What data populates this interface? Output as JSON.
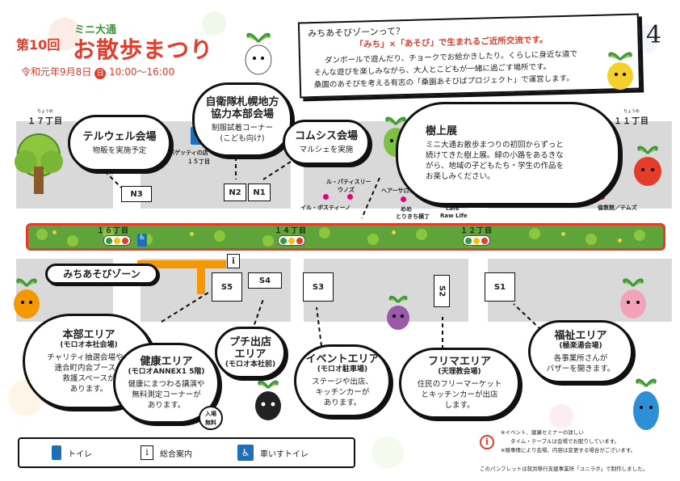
{
  "header": {
    "edition": "第10回",
    "brand": "ミニ大通",
    "title": "お散歩まつり",
    "date": "令和元年9月8日",
    "weekday": "日",
    "time": "10:00〜16:00"
  },
  "intro": {
    "question": "みちあそびゾーンって？",
    "headline": "「みち」×「あそび」で生まれるご近所交流です。",
    "line1": "ダンボールで遊んだり、チョークでお絵かきしたり。くらしに身近な道で",
    "line2": "そんな遊びを楽しみながら、大人とこどもが一緒に過ごす場所です。",
    "line3": "桑園のあそびを考える有志の「桑園あそびばプロジェクト」で運営します。",
    "handwritten_number": "4"
  },
  "streets": {
    "chome17": "１７丁目",
    "chome17_ruby": "ちょうめ",
    "chome11": "１１丁目",
    "chome11_ruby": "ちょうめ",
    "chome16": "１６丁目",
    "chome14": "１４丁目",
    "chome12": "１２丁目"
  },
  "zone_banner": "みちあそびゾーン",
  "venues": [
    {
      "title": "テルウェル会場",
      "desc": "物販を実施予定",
      "code": "N3"
    },
    {
      "title": "自衛隊札幌地方協力本部会場",
      "title1": "自衛隊札幌地方",
      "title2": "協力本部会場",
      "desc1": "制服試着コーナー",
      "desc2": "(こども向け)",
      "code": "N2"
    },
    {
      "title": "コムシス会場",
      "desc": "マルシェを実施",
      "code": "N1"
    },
    {
      "title": "樹上展",
      "desc1": "ミニ大通お散歩まつりの初回からずっと",
      "desc2": "続けてきた樹上展。緑の小路をあるきな",
      "desc3": "がら、地域の子どもたち・学生の作品を",
      "desc4": "お楽しみください。"
    },
    {
      "title": "本部エリア",
      "sub": "(モロオ本社会場)",
      "desc1": "チャリティ抽選会場や、",
      "desc2": "連合町内会ブース、",
      "desc3": "救護スペースが",
      "desc4": "あります。",
      "code": "S5"
    },
    {
      "title": "健康エリア",
      "sub": "(モロオANNEX1 5階)",
      "desc1": "健康にまつわる講演や",
      "desc2": "無料測定コーナーが",
      "desc3": "あります。",
      "badge1": "入場",
      "badge2": "無料"
    },
    {
      "title1": "プチ出店",
      "title2": "エリア",
      "sub": "(モロオ本社前)",
      "code": "S4"
    },
    {
      "title": "イベントエリア",
      "sub": "(モロオ駐車場)",
      "desc1": "ステージや出店、",
      "desc2": "キッチンカーが",
      "desc3": "あります。",
      "code": "S3"
    },
    {
      "title": "フリマエリア",
      "sub": "(天理教会場)",
      "desc1": "住民のフリーマーケット",
      "desc2": "とキッチンカーが出店",
      "desc3": "します。",
      "code": "S2"
    },
    {
      "title": "福祉エリア",
      "sub": "(極楽湯会場)",
      "desc1": "各事業所さんが",
      "desc2": "バザーを開きます。",
      "code": "S1"
    }
  ],
  "shops": {
    "spaghetti": "スパゲッティの店",
    "spaghetti_chome": "１５丁目",
    "patisserie": "ル・パティスリー",
    "patisserie2": "ウノズ",
    "isle": "イル・ボスティーノ",
    "hair": "ヘアーサロンカシータ",
    "meme": "めめ",
    "torikichi": "とりきち横丁",
    "cafe": "cafe",
    "rawlife": "Raw Life",
    "yukitoki": "倫敦館／テムズ"
  },
  "info_mark": "i",
  "legend": {
    "toilet": "トイレ",
    "info": "総合案内",
    "wheelchair": "車いすトイレ"
  },
  "notes": {
    "line1": "※イベント、健康セミナーの詳しい",
    "line2": "タイム・テーブルは会場でお配りしています。",
    "line3": "※随事情により会場、内容は変更する場合がございます。",
    "line4": "このパンフレットは就労移行支援事業所「ユニラボ」で制作しました。"
  },
  "colors": {
    "accent_red": "#e53b2b",
    "accent_orange": "#f39800",
    "brand_green": "#3a9a3a",
    "hedge": "#5fa43a",
    "pin": "#e5007f"
  }
}
